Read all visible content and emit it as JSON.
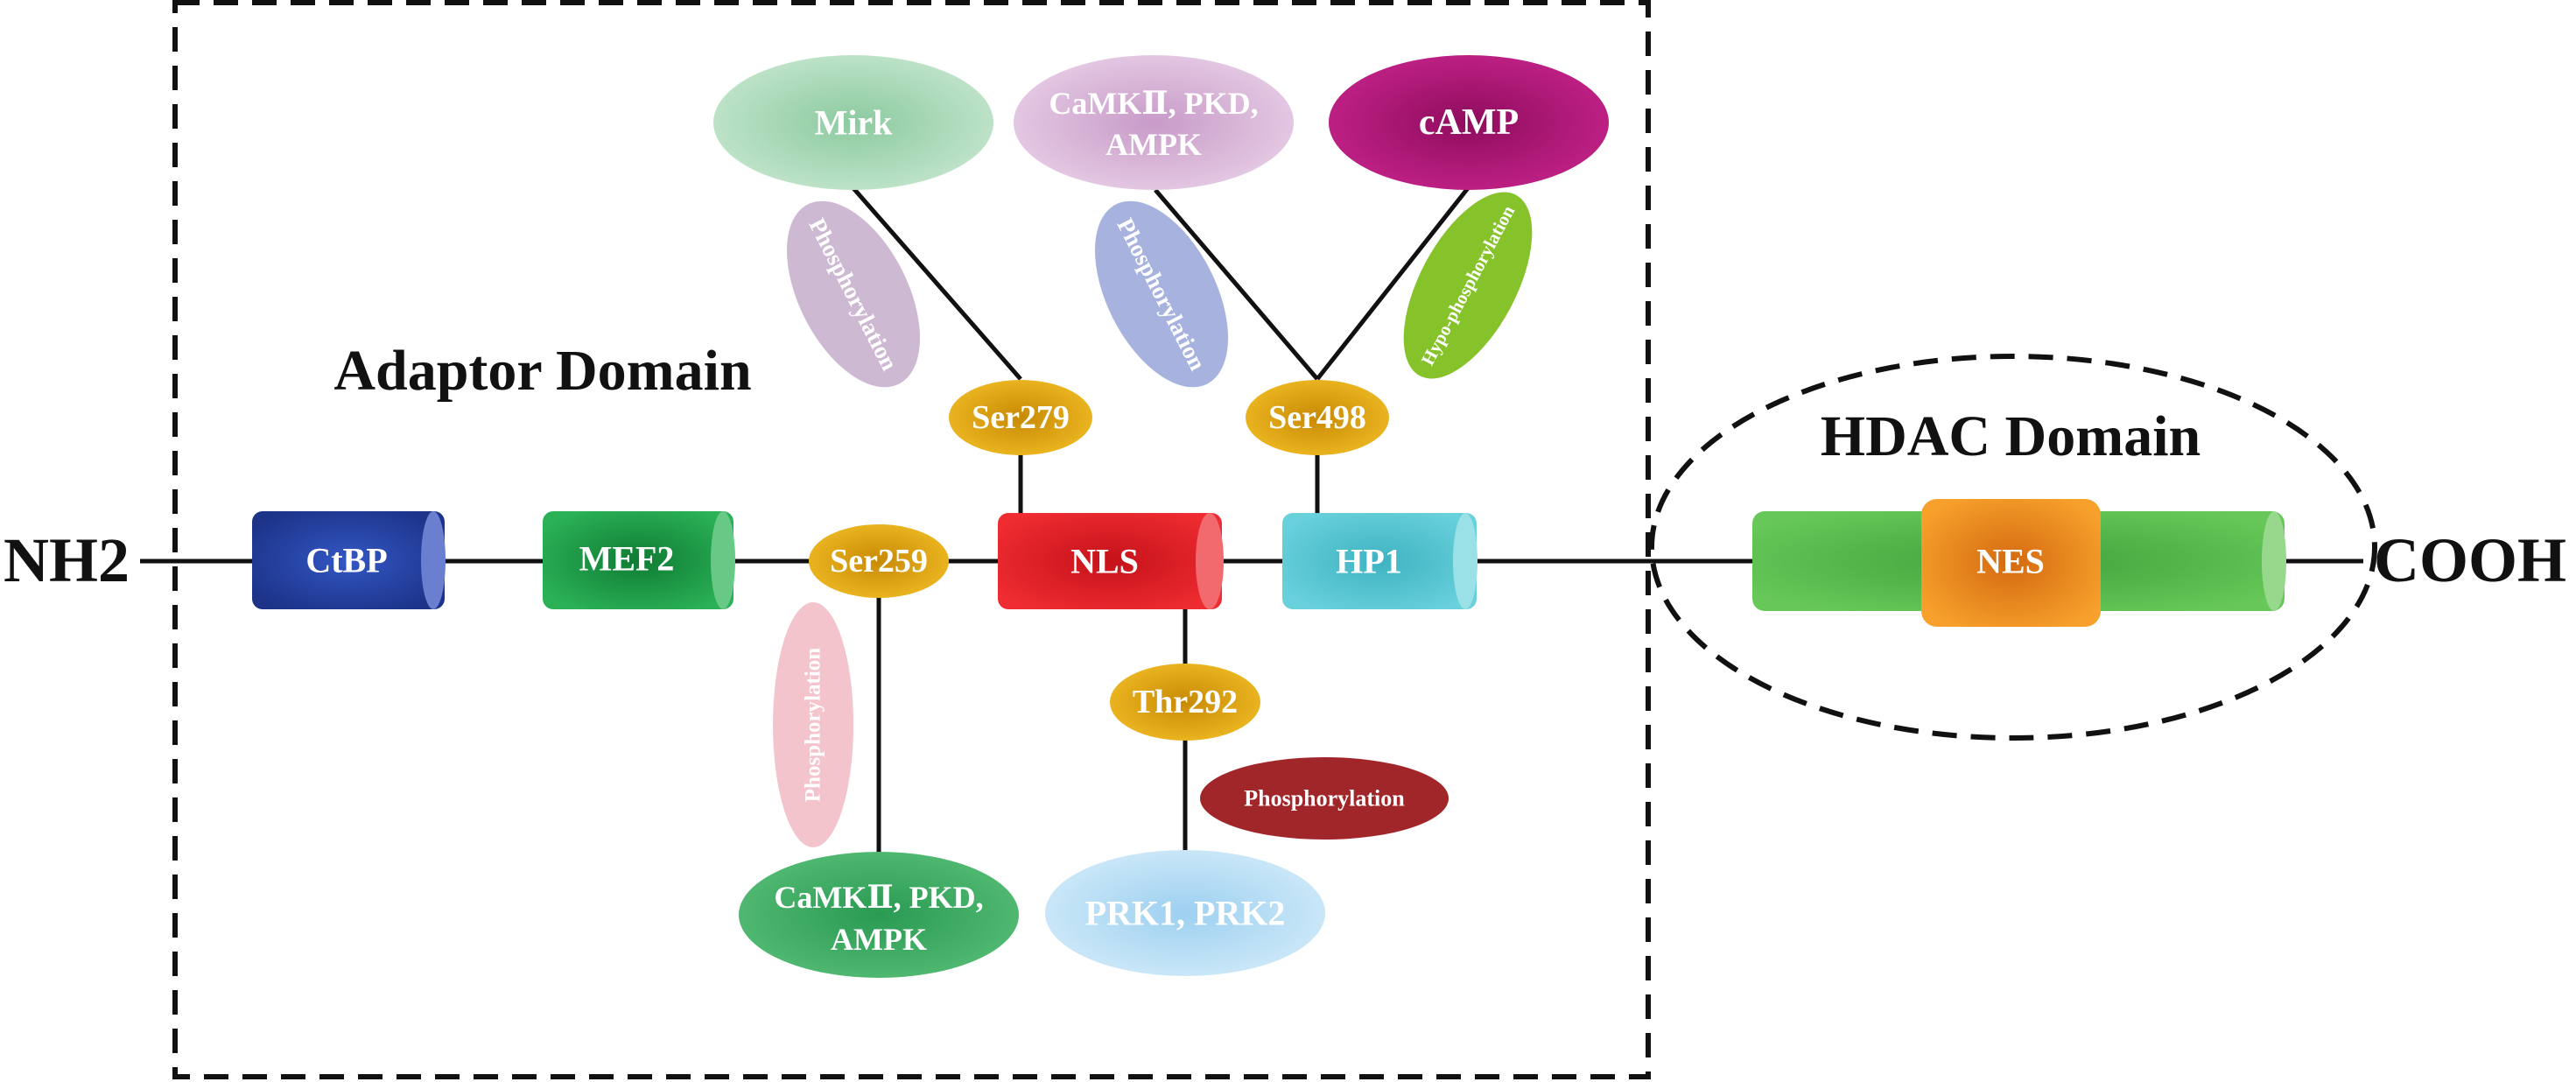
{
  "terminals": {
    "left": "NH2",
    "right": "COOH"
  },
  "domains": {
    "adaptor": "Adaptor Domain",
    "hdac": "HDAC Domain"
  },
  "backbone": {
    "ctbp": "CtBP",
    "mef2": "MEF2",
    "nls": "NLS",
    "hp1": "HP1",
    "nes": "NES"
  },
  "sites": {
    "ser259": "Ser259",
    "ser279": "Ser279",
    "ser498": "Ser498",
    "thr292": "Thr292"
  },
  "kinases": {
    "mirk": "Mirk",
    "camk_top_line1": "CaMKⅡ, PKD,",
    "camk_top_line2": "AMPK",
    "camp": "cAMP",
    "camk_bottom_line1": "CaMKⅡ, PKD,",
    "camk_bottom_line2": "AMPK",
    "prk": "PRK1, PRK2"
  },
  "modifications": {
    "phos_mirk": "Phosphorylation",
    "phos_camk_top": "Phosphorylation",
    "hypo_camp": "Hypo-phosphorylation",
    "phos_ser259": "Phosphorylation",
    "phos_thr292": "Phosphorylation"
  },
  "colors": {
    "ctbp": "#243f9c",
    "mef2": "#1f9a45",
    "nls": "#dd1f26",
    "hp1": "#4fc3cf",
    "hdac_bar": "#56b848",
    "nes": "#ef8d1e",
    "site": "#e0a711",
    "mirk": "#a9d8b6",
    "camk_top": "#d8b5d7",
    "camp": "#b3197b",
    "camk_bottom": "#3fae62",
    "prk": "#b6dcf3",
    "phos_mirk": "#bea2c4",
    "phos_camk_top": "#98a6d8",
    "hypo_camp": "#86c22a",
    "phos_ser259": "#f1b5bf",
    "phos_thr292": "#a1262a"
  }
}
